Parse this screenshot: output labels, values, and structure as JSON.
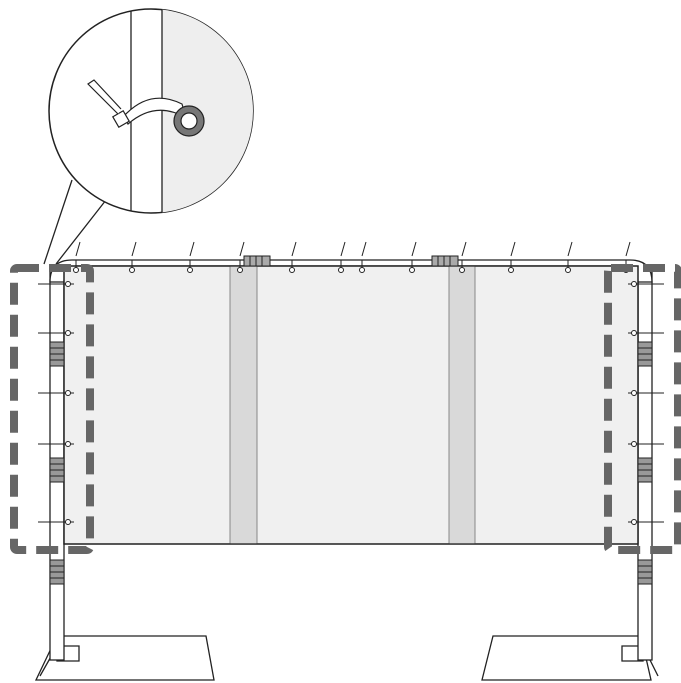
{
  "diagram": {
    "subject": "banner-frame-installation",
    "colors": {
      "outline": "#222222",
      "banner_fill": "#f0f0f0",
      "seam_fill": "#d9d9d9",
      "detail_fill": "#eeeeee",
      "highlight_dash": "#666666",
      "background": "#ffffff"
    },
    "icons": [
      "cable-tie-icon",
      "grommet-icon",
      "magnifier-callout-icon",
      "connector-icon"
    ],
    "highlighted_regions": [
      "left-side",
      "right-side"
    ]
  }
}
